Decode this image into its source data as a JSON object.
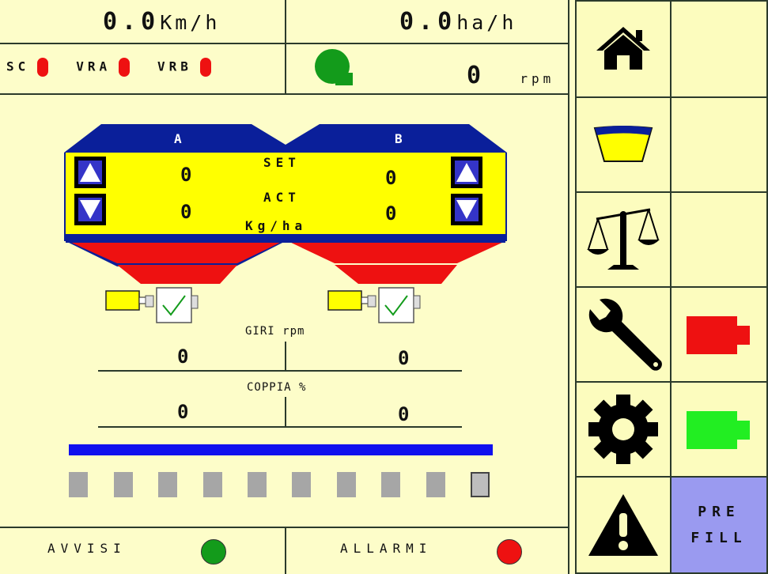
{
  "header": {
    "speed_value": "0.0",
    "speed_unit": "Km/h",
    "area_rate_value": "0.0",
    "area_rate_unit": "ha/h",
    "status_labels": [
      "SC",
      "VRA",
      "VRB"
    ],
    "rpm_value": "0",
    "rpm_unit": "rpm"
  },
  "hopper": {
    "left_label": "A",
    "right_label": "B",
    "set_label": "SET",
    "act_label": "ACT",
    "unit_label": "Kg/ha",
    "set_a": "0",
    "act_a": "0",
    "set_b": "0",
    "act_b": "0"
  },
  "metrics": {
    "giri_label": "GIRI rpm",
    "giri_a": "0",
    "giri_b": "0",
    "coppia_label": "COPPIA %",
    "coppia_a": "0",
    "coppia_b": "0"
  },
  "footer": {
    "avvisi_label": "AVVISI",
    "allarmi_label": "ALLARMI"
  },
  "side_panel": {
    "prefill_line1": "PRE",
    "prefill_line2": "FILL"
  },
  "colors": {
    "background": "#fdfdc9",
    "hopper_blue": "#0a1f9a",
    "hopper_yellow": "#ffff00",
    "hopper_red": "#ee1111",
    "ok_green": "#139b1b",
    "alarm_red": "#ee1111",
    "prefill_bg": "#9a9af0",
    "battery_red": "#ee1111",
    "battery_green": "#22ee22"
  },
  "icons": [
    "home-icon",
    "hopper-icon",
    "scale-icon",
    "wrench-icon",
    "gear-icon",
    "warning-icon",
    "fan-icon"
  ]
}
